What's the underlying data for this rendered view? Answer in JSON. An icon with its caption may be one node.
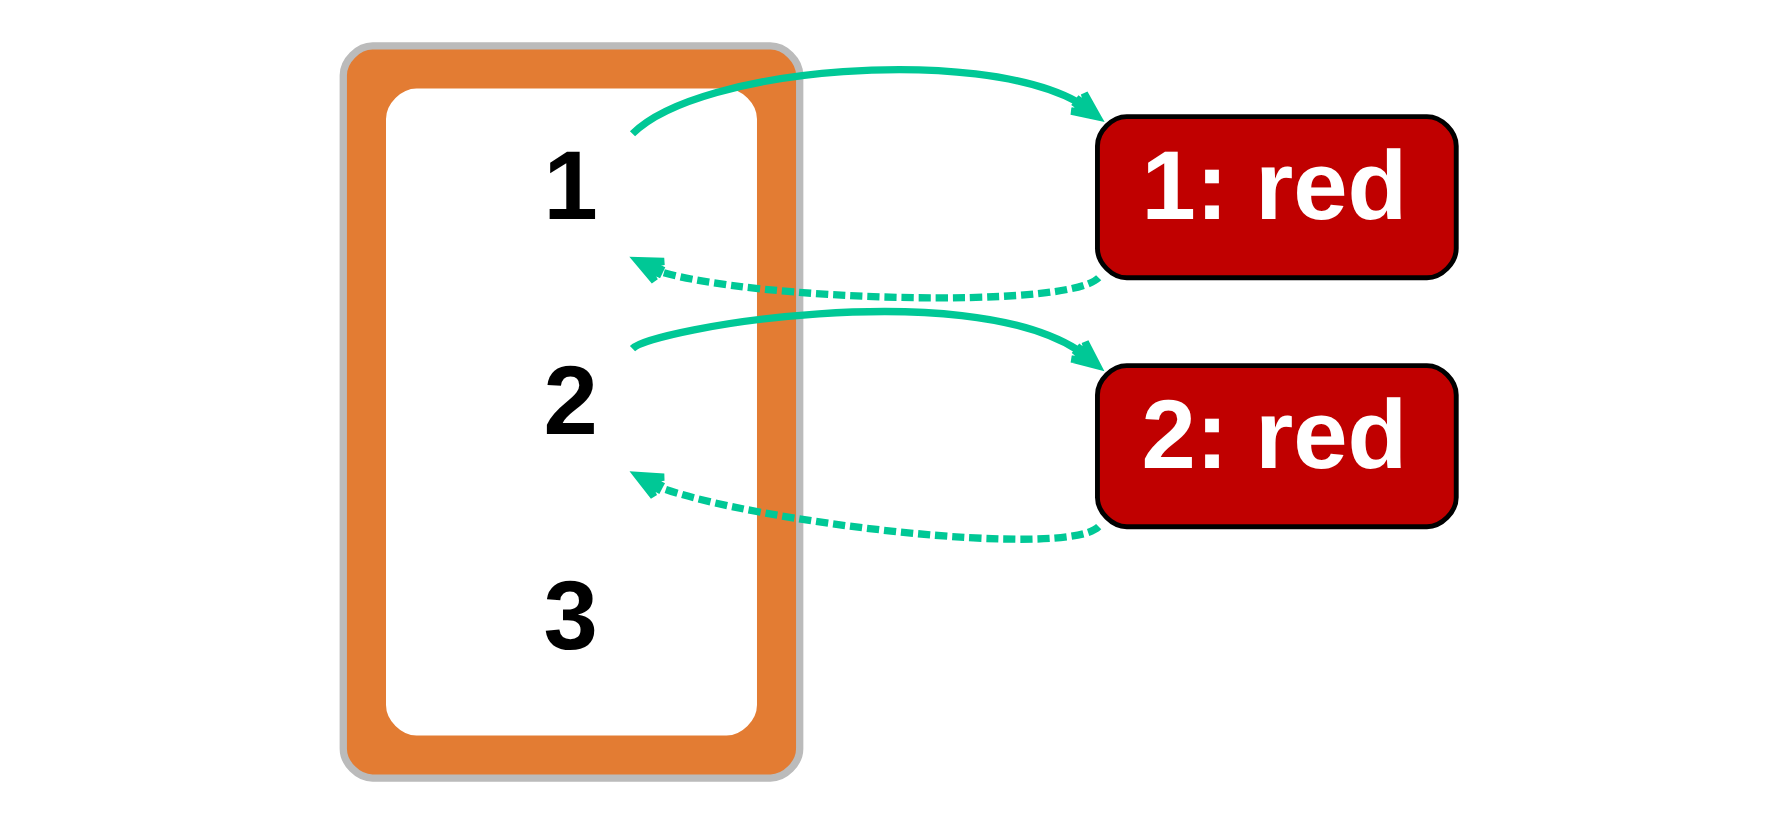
{
  "diagram": {
    "nodes": [
      {
        "text": [],
        "shape": "box"
      },
      {
        "text": [],
        "shape": "box",
        "in": 0
      },
      {
        "text": [
          "1"
        ],
        "in": 1
      },
      {
        "text": [
          "2"
        ],
        "in": 1
      },
      {
        "text": [
          "3"
        ],
        "in": 1
      },
      {
        "text": [
          "1: red"
        ]
      },
      {
        "text": [
          "2: red"
        ]
      }
    ],
    "edges": [
      {
        "from": 2,
        "to": 5,
        "arrow": "to"
      },
      {
        "from": 5,
        "to": 2,
        "arrow": "to",
        "style": "dashed"
      },
      {
        "from": 3,
        "to": 6,
        "arrow": "to"
      },
      {
        "from": 6,
        "to": 3,
        "arrow": "to",
        "style": "dashed"
      }
    ]
  }
}
